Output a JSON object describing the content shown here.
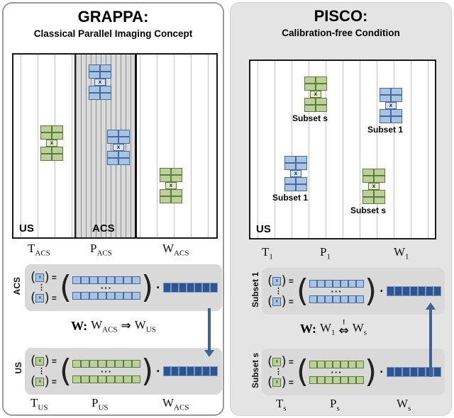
{
  "sym": {
    "x": "x",
    "eq": "=",
    "cdot": "·",
    "vdots": "⋮",
    "cdots": "···"
  },
  "colors": {
    "blue_fill": "#a9c4e3",
    "blue_border": "#46699c",
    "green_fill": "#bdd09c",
    "green_border": "#5d7a36",
    "dark_fill": "#2e5491",
    "dark_border": "#7d96bd",
    "arrow": "#3d6391"
  },
  "grappa": {
    "title": "GRAPPA:",
    "subtitle": "Classical Parallel Imaging Concept",
    "kspace": {
      "us": "US",
      "acs": "ACS"
    },
    "top_labels": [
      {
        "base": "T",
        "sub": "ACS"
      },
      {
        "base": "P",
        "sub": "ACS"
      },
      {
        "base": "W",
        "sub": "ACS"
      }
    ],
    "acs_row_label": "ACS",
    "us_row_label": "US",
    "relation": {
      "w": "W",
      "colon": ":",
      "lhs_base": "W",
      "lhs_sub": "ACS",
      "op": "⇒",
      "rhs_base": "W",
      "rhs_sub": "US"
    },
    "bottom_labels": [
      {
        "base": "T",
        "sub": "US"
      },
      {
        "base": "P",
        "sub": "US"
      },
      {
        "base": "W",
        "sub": "ACS"
      }
    ]
  },
  "pisco": {
    "title": "PISCO:",
    "subtitle": "Calibration-free Condition",
    "kspace": {
      "us": "US",
      "kernel_labels": [
        "Subset s",
        "Subset 1",
        "Subset 1",
        "Subset s"
      ]
    },
    "top_labels": [
      {
        "base": "T",
        "sub": "1"
      },
      {
        "base": "P",
        "sub": "1"
      },
      {
        "base": "W",
        "sub": "1"
      }
    ],
    "subset1_row_label": "Subset 1",
    "subsets_row_label": "Subset s",
    "relation": {
      "w": "W",
      "colon": ":",
      "lhs_base": "W",
      "lhs_sub": "1",
      "op": "⇔",
      "mark": "!",
      "rhs_base": "W",
      "rhs_sub": "s"
    },
    "bottom_labels": [
      {
        "base": "T",
        "sub": "s"
      },
      {
        "base": "P",
        "sub": "s"
      },
      {
        "base": "W",
        "sub": "s"
      }
    ]
  }
}
